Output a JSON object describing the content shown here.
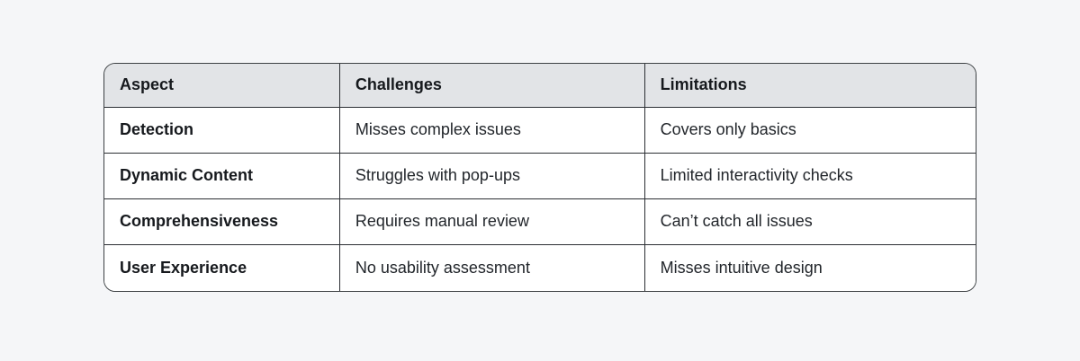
{
  "colors": {
    "page_background": "#f5f6f8",
    "header_background": "#e2e4e7",
    "border": "#2b2e33",
    "text_bold": "#16191d",
    "text_regular": "#22262b"
  },
  "table": {
    "columns": [
      {
        "label": "Aspect"
      },
      {
        "label": "Challenges"
      },
      {
        "label": "Limitations"
      }
    ],
    "rows": [
      {
        "aspect": "Detection",
        "challenge": "Misses complex issues",
        "limitation": "Covers only basics"
      },
      {
        "aspect": "Dynamic Content",
        "challenge": "Struggles with pop-ups",
        "limitation": "Limited interactivity checks"
      },
      {
        "aspect": "Comprehensiveness",
        "challenge": "Requires manual review",
        "limitation": "Can’t catch all issues"
      },
      {
        "aspect": "User Experience",
        "challenge": "No usability assessment",
        "limitation": "Misses intuitive design"
      }
    ]
  }
}
